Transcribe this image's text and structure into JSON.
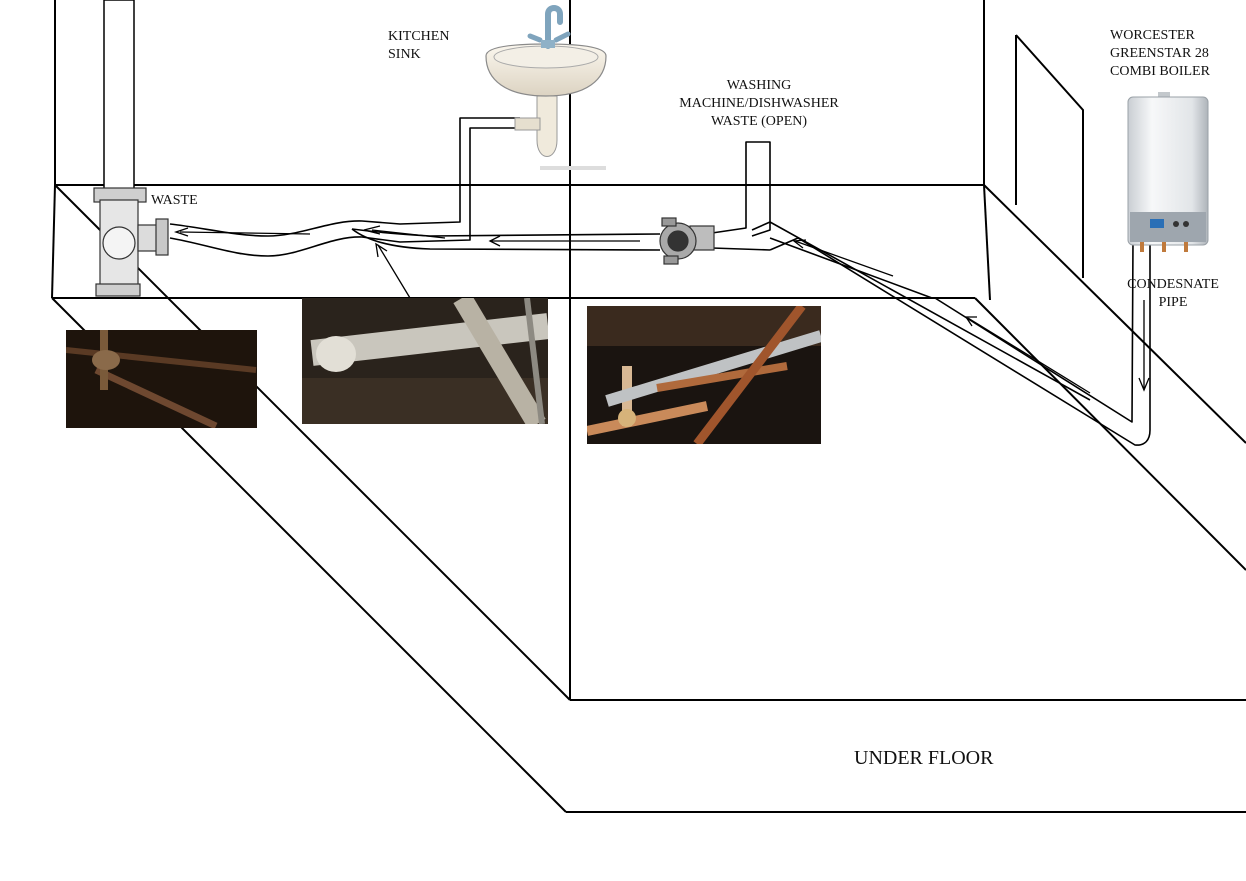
{
  "labels": {
    "kitchen_sink": "KITCHEN\nSINK",
    "waste": "WASTE",
    "washing_machine": "WASHING\nMACHINE/DISHWASHER\nWASTE (OPEN)",
    "boiler": "WORCESTER\nGREENSTAR 28\nCOMBI BOILER",
    "condensate": "CONDESNATE\nPIPE",
    "under_floor": "UNDER FLOOR"
  },
  "colors": {
    "line": "#000000",
    "background": "#ffffff",
    "copper": "#b06a3c",
    "photo_dark": "#1e140c"
  }
}
